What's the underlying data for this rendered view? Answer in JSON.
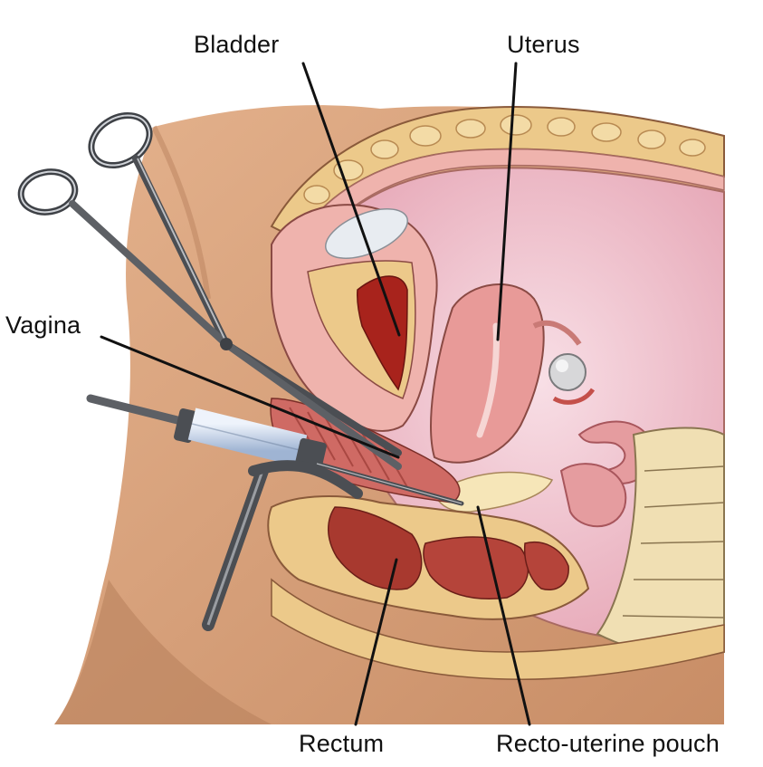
{
  "labels": {
    "bladder": "Bladder",
    "uterus": "Uterus",
    "vagina": "Vagina",
    "rectum": "Rectum",
    "pouch": "Recto-uterine pouch"
  },
  "colors": {
    "skin": "#d8a27c",
    "skin_shadow": "#b9825e",
    "fat": "#ecc98a",
    "pink_tissue": "#efb3ad",
    "cavity": "#f4cfd8",
    "bladder_lumen": "#a8231c",
    "rectum": "#a8392f",
    "bone": "#f0dfb3",
    "instrument": "#5d6065",
    "cannula": "#c7d6ea"
  },
  "icons": [
    "forceps-icon",
    "syringe-needle-icon",
    "speculum-icon"
  ]
}
